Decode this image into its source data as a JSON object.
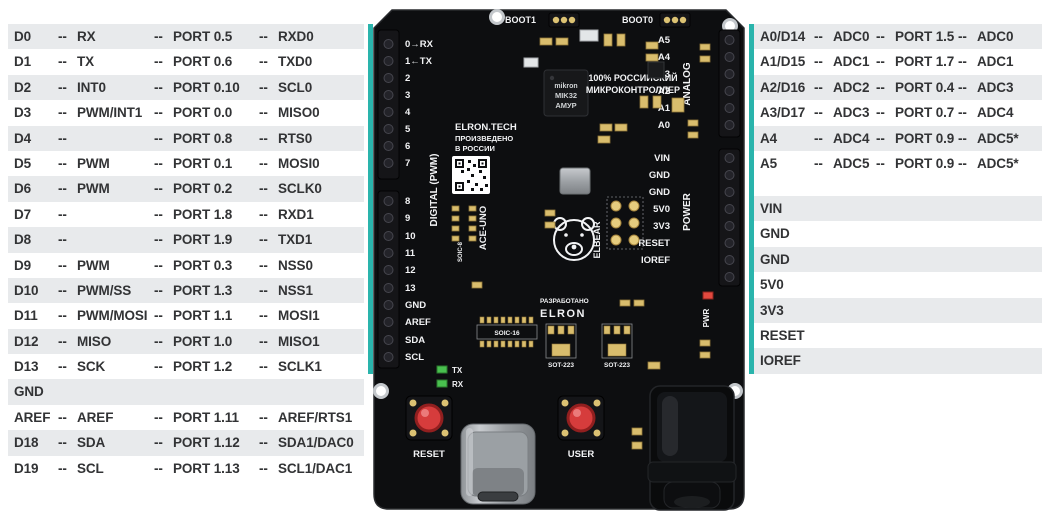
{
  "separator": "--",
  "colors": {
    "teal": "#2ab4ac",
    "row_shade": "#e8eaec",
    "board_black": "#0d0e10",
    "pad_gold": "#d9bd6d",
    "button_red": "#d63c3c",
    "led_green": "#49c04f",
    "led_red": "#e2493f"
  },
  "left_table": {
    "rows": [
      {
        "pin": "D0",
        "func": "RX",
        "port": "PORT 0.5",
        "signal": "RXD0"
      },
      {
        "pin": "D1",
        "func": "TX",
        "port": "PORT 0.6",
        "signal": "TXD0"
      },
      {
        "pin": "D2",
        "func": "INT0",
        "port": "PORT 0.10",
        "signal": "SCL0"
      },
      {
        "pin": "D3",
        "func": "PWM/INT1",
        "port": "PORT 0.0",
        "signal": "MISO0"
      },
      {
        "pin": "D4",
        "func": "",
        "port": "PORT 0.8",
        "signal": "RTS0"
      },
      {
        "pin": "D5",
        "func": "PWM",
        "port": "PORT 0.1",
        "signal": "MOSI0"
      },
      {
        "pin": "D6",
        "func": "PWM",
        "port": "PORT 0.2",
        "signal": "SCLK0"
      },
      {
        "pin": "D7",
        "func": "",
        "port": "PORT 1.8",
        "signal": "RXD1"
      },
      {
        "pin": "D8",
        "func": "",
        "port": "PORT 1.9",
        "signal": "TXD1"
      },
      {
        "pin": "D9",
        "func": "PWM",
        "port": "PORT 0.3",
        "signal": "NSS0"
      },
      {
        "pin": "D10",
        "func": "PWM/SS",
        "port": "PORT 1.3",
        "signal": "NSS1"
      },
      {
        "pin": "D11",
        "func": "PWM/MOSI",
        "port": "PORT 1.1",
        "signal": "MOSI1"
      },
      {
        "pin": "D12",
        "func": "MISO",
        "port": "PORT 1.0",
        "signal": "MISO1"
      },
      {
        "pin": "D13",
        "func": "SCK",
        "port": "PORT 1.2",
        "signal": "SCLK1"
      },
      {
        "pin": "GND",
        "solo": true
      },
      {
        "pin": "AREF",
        "func": "AREF",
        "port": "PORT 1.11",
        "signal": "AREF/RTS1"
      },
      {
        "pin": "D18",
        "func": "SDA",
        "port": "PORT 1.12",
        "signal": "SDA1/DAC0"
      },
      {
        "pin": "D19",
        "func": "SCL",
        "port": "PORT 1.13",
        "signal": "SCL1/DAC1"
      }
    ]
  },
  "right_table": {
    "rows": [
      {
        "pin": "A0/D14",
        "func": "ADC0",
        "port": "PORT 1.5",
        "signal": "ADC0"
      },
      {
        "pin": "A1/D15",
        "func": "ADC1",
        "port": "PORT 1.7",
        "signal": "ADC1"
      },
      {
        "pin": "A2/D16",
        "func": "ADC2",
        "port": "PORT 0.4",
        "signal": "ADC3"
      },
      {
        "pin": "A3/D17",
        "func": "ADC3",
        "port": "PORT 0.7",
        "signal": "ADC4"
      },
      {
        "pin": "A4",
        "func": "ADC4",
        "port": "PORT 0.9",
        "signal": "ADC5*"
      },
      {
        "pin": "A5",
        "func": "ADC5",
        "port": "PORT 0.9",
        "signal": "ADC5*"
      }
    ]
  },
  "power_list": {
    "rows": [
      "VIN",
      "GND",
      "GND",
      "5V0",
      "3V3",
      "RESET",
      "IOREF"
    ]
  },
  "board": {
    "boot1": "BOOT1",
    "boot0": "BOOT0",
    "digital_pins": [
      "0→RX",
      "1←TX",
      "2",
      "3",
      "4",
      "5",
      "6",
      "7"
    ],
    "digital_pins2": [
      "8",
      "9",
      "10",
      "11",
      "12",
      "13",
      "GND",
      "AREF",
      "SDA",
      "SCL"
    ],
    "digital_label": "DIGITAL (PWM)",
    "analog_pins": [
      "A5",
      "A4",
      "A3",
      "A2",
      "A1",
      "A0"
    ],
    "analog_label": "ANALOG",
    "power_pins": [
      "VIN",
      "GND",
      "GND",
      "5V0",
      "3V3",
      "RESET",
      "IOREF"
    ],
    "power_label": "POWER",
    "claim": [
      "100% РОССИЙСКИЙ",
      "МИКРОКОНТРОЛЛЕР"
    ],
    "chip": [
      "mikron",
      "MIK32",
      "АМУР"
    ],
    "maker": [
      "ELRON.TECH",
      "ПРОИЗВЕДЕНО",
      "В РОССИИ"
    ],
    "board_name": "ACE-UNO",
    "soic8_label": "SOIC-8",
    "bear_label": "ELBEAR",
    "designed": [
      "РАЗРАБОТАНО",
      "ELRON"
    ],
    "soic16_label": "SOIC-16",
    "sot223_label": "SOT-223",
    "pwr_label": "PWR",
    "tx_label": "TX",
    "rx_label": "RX",
    "reset_button": "RESET",
    "user_button": "USER"
  }
}
